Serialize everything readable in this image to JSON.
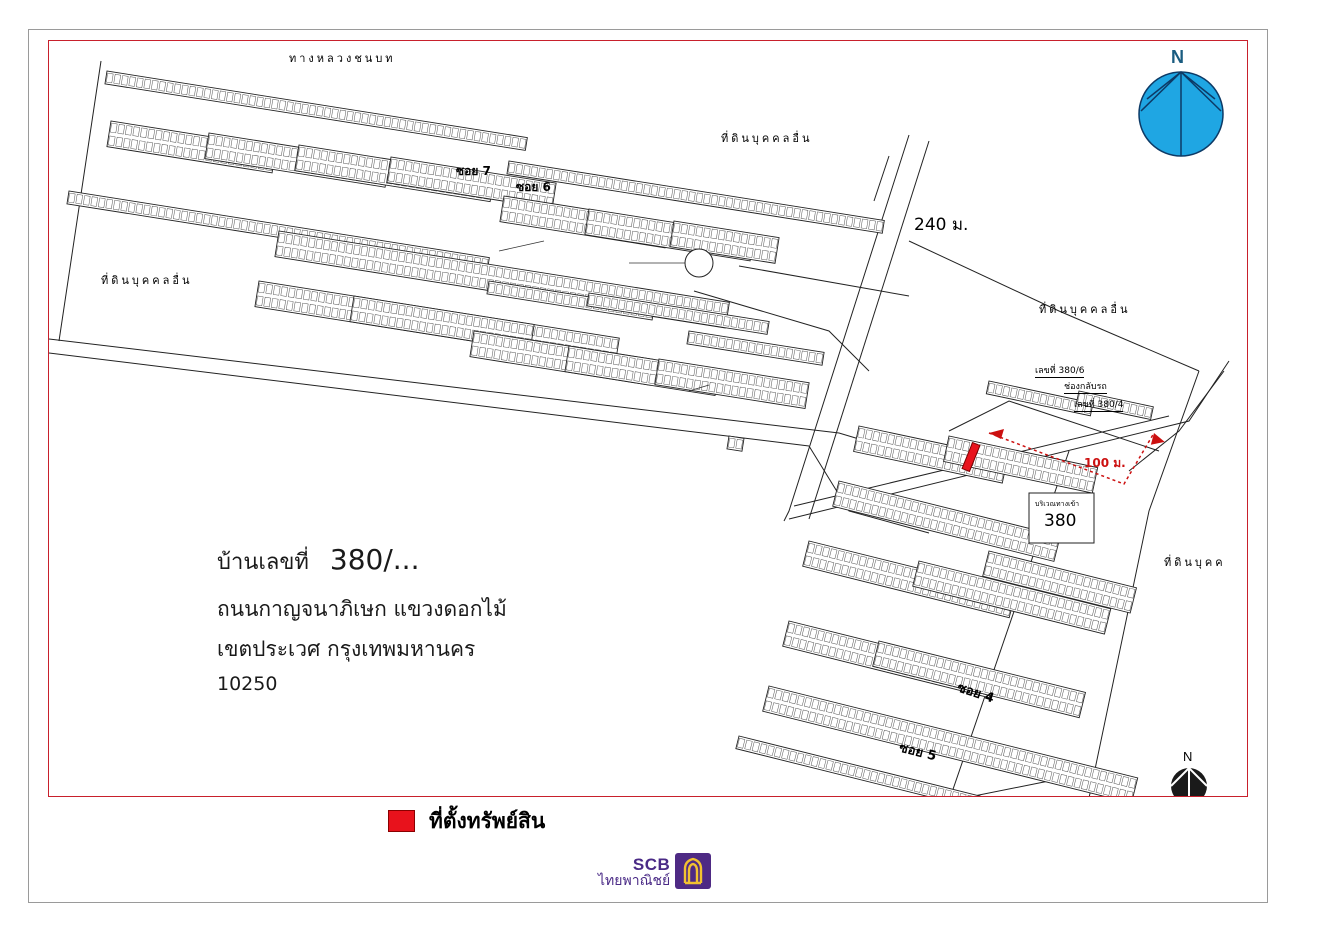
{
  "map": {
    "labels": {
      "top_neighbor": "ทางหลวงชนบท",
      "neighbor_ne": "ที่ดินบุคคลอื่น",
      "neighbor_w": "ที่ดินบุคคลอื่น",
      "neighbor_e": "ที่ดินบุคคลอื่น",
      "neighbor_se": "ที่ดินบุคค",
      "soi7": "ซอย 7",
      "soi6": "ซอย 6",
      "soi4": "ซอย 4",
      "soi5": "ซอย 5",
      "distance_240": "240 ม.",
      "distance_100": "100 ม.",
      "house_3806": "เลขที่ 380/6",
      "gap_label": "ช่องกลับรถ",
      "house_3804": "เลขที่ 380/4",
      "plot_380": "380",
      "plot_380_caption": "บริเวณทางเข้า"
    },
    "address": {
      "line1_prefix": "บ้านเลขที่",
      "line1_number": "380/...",
      "line2": "ถนนกาญจนาภิเษก  แขวงดอกไม้",
      "line3": "เขตประเวศ  กรุงเทพมหานคร",
      "line4": "10250"
    },
    "compass_large": {
      "label": "N"
    },
    "compass_small": {
      "label": "N"
    },
    "colors": {
      "frame": "#c8202c",
      "marker": "#e8121c",
      "compass_fill": "#1fa6e3",
      "route": "#cc1010"
    }
  },
  "legend": {
    "label": "ที่ตั้งทรัพย์สิน",
    "swatch_color": "#e8121c"
  },
  "brand": {
    "line1": "SCB",
    "line2": "ไทยพาณิชย์",
    "color": "#4e2a84"
  }
}
